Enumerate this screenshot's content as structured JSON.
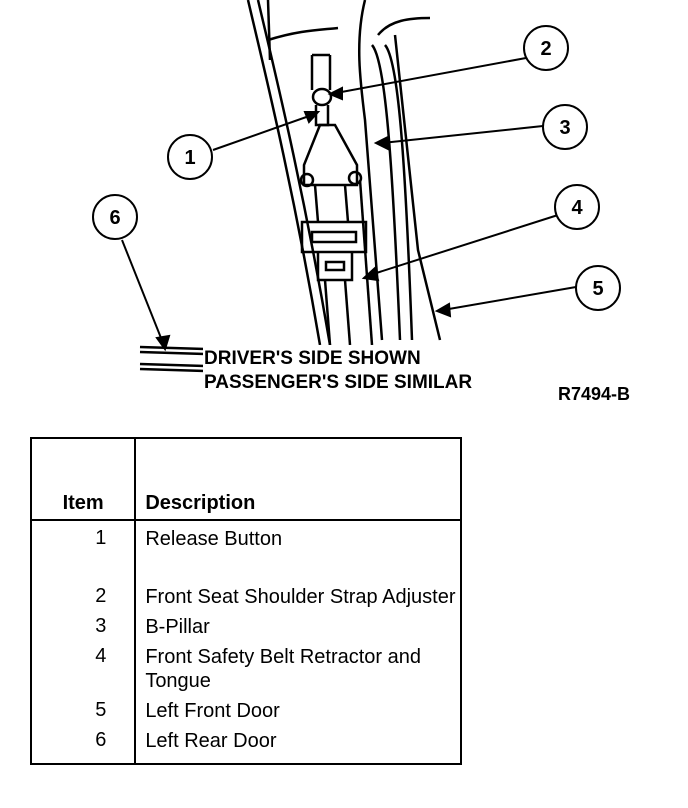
{
  "diagram": {
    "callouts": [
      "1",
      "2",
      "3",
      "4",
      "5",
      "6"
    ],
    "caption_line1": "DRIVER'S SIDE SHOWN",
    "caption_line2": "PASSENGER'S SIDE SIMILAR",
    "figure_ref": "R7494-B"
  },
  "legend": {
    "headers": {
      "item": "Item",
      "description": "Description"
    },
    "rows": [
      {
        "item": "1",
        "description": "Release Button"
      },
      {
        "item": "2",
        "description": "Front Seat Shoulder Strap Adjuster"
      },
      {
        "item": "3",
        "description": "B-Pillar"
      },
      {
        "item": "4",
        "description": "Front Safety Belt Retractor and Tongue"
      },
      {
        "item": "5",
        "description": "Left Front Door"
      },
      {
        "item": "6",
        "description": "Left Rear Door"
      }
    ]
  }
}
